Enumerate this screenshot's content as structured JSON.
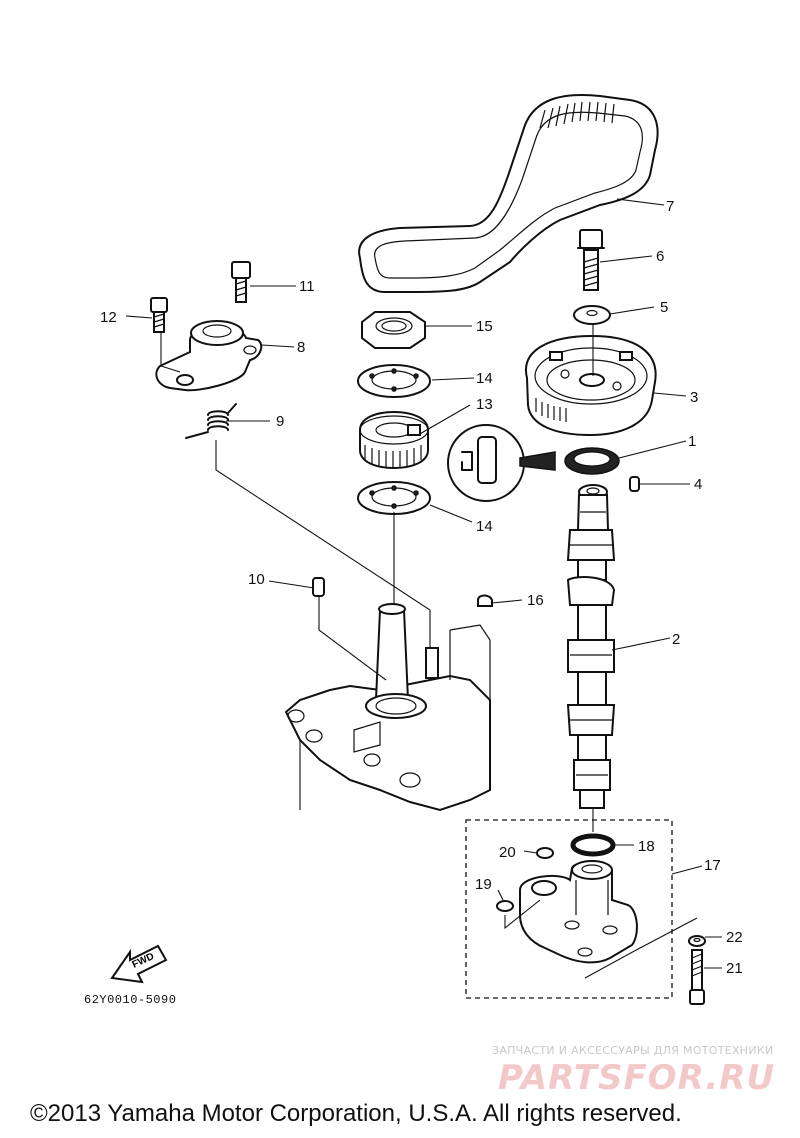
{
  "diagram": {
    "callouts": [
      {
        "id": "1",
        "label": "1"
      },
      {
        "id": "2",
        "label": "2"
      },
      {
        "id": "3",
        "label": "3"
      },
      {
        "id": "4",
        "label": "4"
      },
      {
        "id": "5",
        "label": "5"
      },
      {
        "id": "6",
        "label": "6"
      },
      {
        "id": "7",
        "label": "7"
      },
      {
        "id": "8",
        "label": "8"
      },
      {
        "id": "9",
        "label": "9"
      },
      {
        "id": "10",
        "label": "10"
      },
      {
        "id": "11",
        "label": "11"
      },
      {
        "id": "12",
        "label": "12"
      },
      {
        "id": "13",
        "label": "13"
      },
      {
        "id": "14a",
        "label": "14"
      },
      {
        "id": "14b",
        "label": "14"
      },
      {
        "id": "15",
        "label": "15"
      },
      {
        "id": "16",
        "label": "16"
      },
      {
        "id": "17",
        "label": "17"
      },
      {
        "id": "18",
        "label": "18"
      },
      {
        "id": "19",
        "label": "19"
      },
      {
        "id": "20",
        "label": "20"
      },
      {
        "id": "21",
        "label": "21"
      },
      {
        "id": "22",
        "label": "22"
      }
    ],
    "fwd_label": "FWD",
    "drawing_code": "62Y0010-5090"
  },
  "watermark": {
    "tagline": "ЗАПЧАСТИ И АКСЕССУАРЫ ДЛЯ МОТОТЕХНИКИ",
    "logo": "PARTSFOR.RU"
  },
  "footer": {
    "copyright": "©2013 Yamaha Motor Corporation, U.S.A. All rights reserved."
  }
}
